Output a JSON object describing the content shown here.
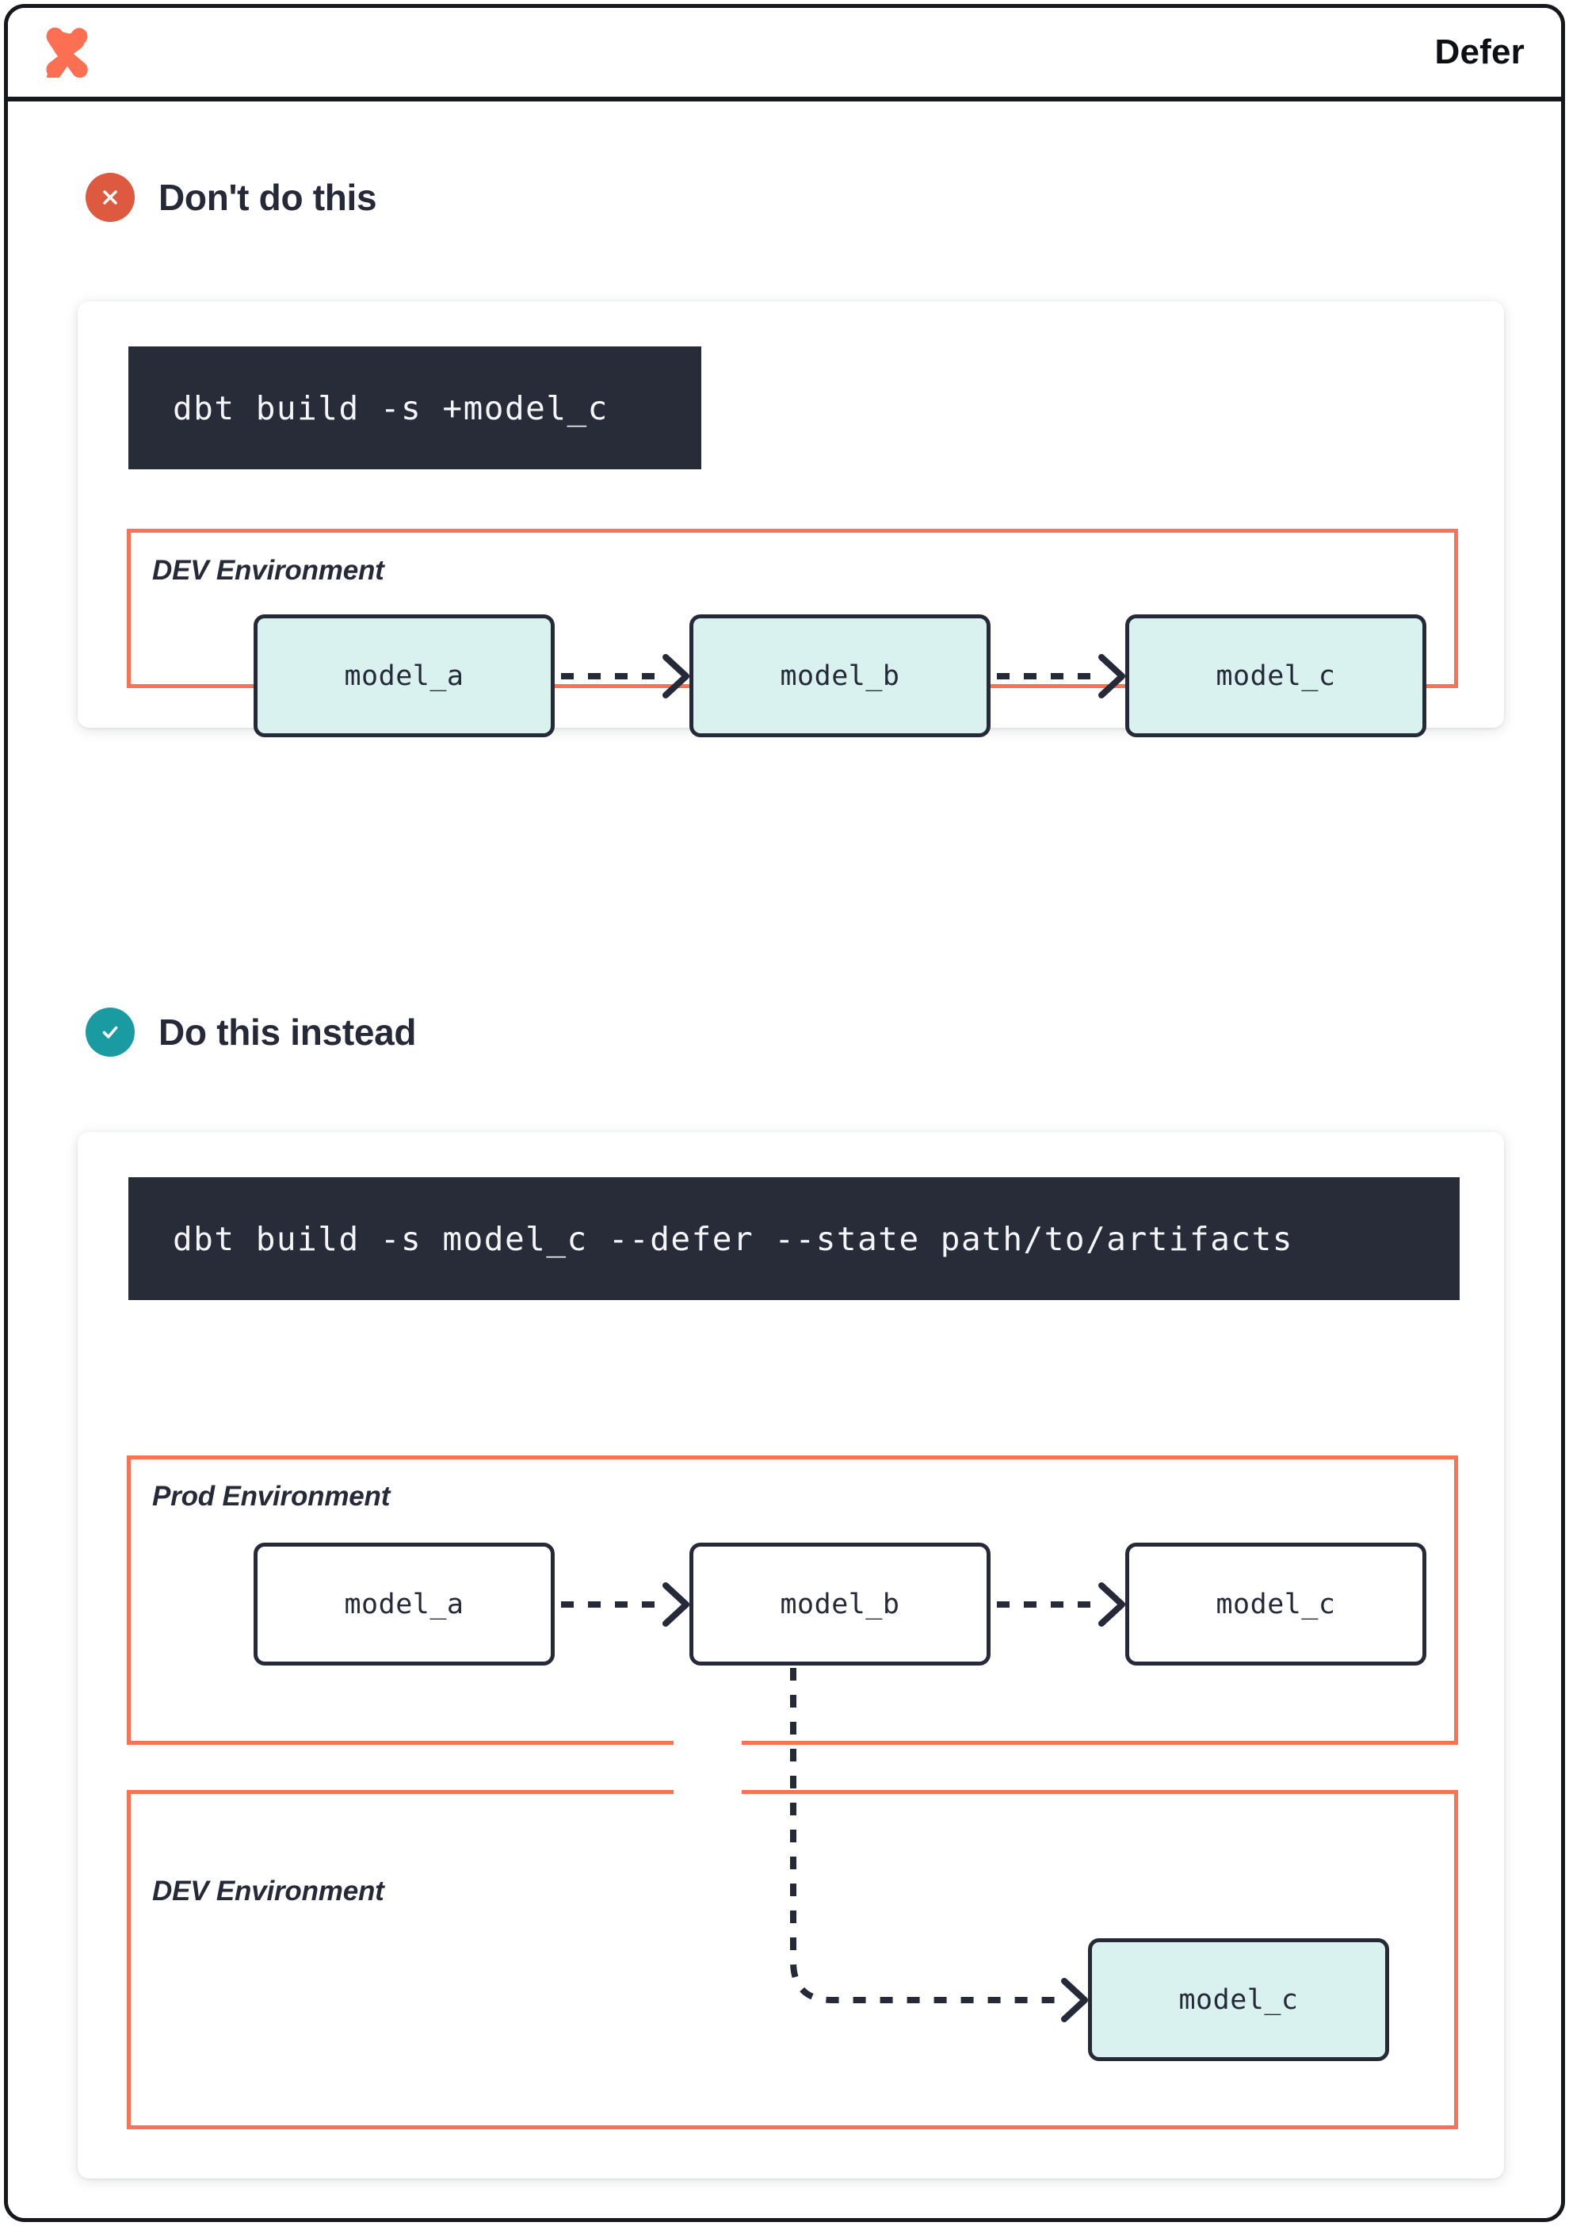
{
  "header": {
    "logo_icon": "dbt-logo-icon",
    "title": "Defer"
  },
  "sections": [
    {
      "id": "dont",
      "icon": "x-circle-icon",
      "badge_color": "#dd5a41",
      "title": "Don't do this",
      "command": "dbt build -s +model_c",
      "environments": [
        {
          "label": "DEV Environment",
          "nodes": [
            "model_a",
            "model_b",
            "model_c"
          ]
        }
      ]
    },
    {
      "id": "do",
      "icon": "check-circle-icon",
      "badge_color": "#1a9ba1",
      "title": "Do this instead",
      "command": "dbt build -s model_c --defer --state path/to/artifacts",
      "environments": [
        {
          "label": "Prod Environment",
          "nodes": [
            "model_a",
            "model_b",
            "model_c"
          ]
        },
        {
          "label": "DEV Environment",
          "nodes": [
            "model_c"
          ]
        }
      ]
    }
  ],
  "colors": {
    "accent_orange": "#fd6f53",
    "env_border": "#fa7154",
    "dark": "#262a38",
    "code_bg": "#282c39",
    "dev_node_fill": "#d9f2f0",
    "prod_node_fill": "#ffffff",
    "bad_badge": "#dd5a41",
    "good_badge": "#1a9ba1"
  }
}
